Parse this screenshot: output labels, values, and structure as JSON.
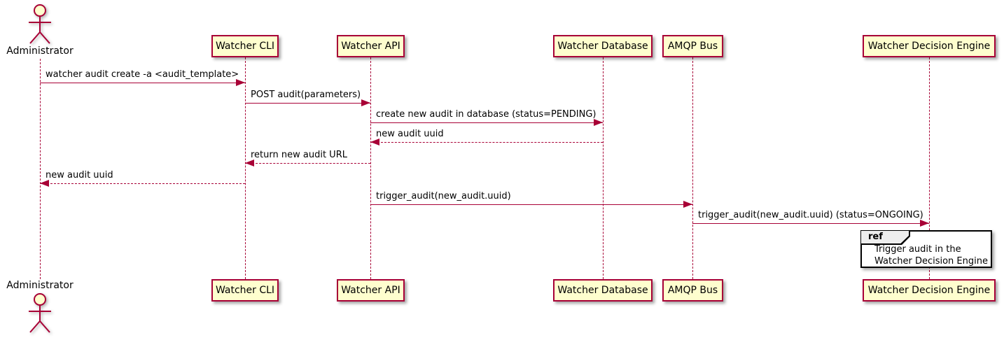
{
  "diagram": {
    "type": "plantuml-sequence",
    "actor": {
      "name": "Administrator"
    },
    "participants": [
      {
        "label": "Watcher CLI"
      },
      {
        "label": "Watcher API"
      },
      {
        "label": "Watcher Database"
      },
      {
        "label": "AMQP Bus"
      },
      {
        "label": "Watcher Decision Engine"
      }
    ],
    "messages": [
      {
        "from": "Administrator",
        "to": "Watcher CLI",
        "text": "watcher audit create -a <audit_template>",
        "line": "solid"
      },
      {
        "from": "Watcher CLI",
        "to": "Watcher API",
        "text": "POST audit(parameters)",
        "line": "solid"
      },
      {
        "from": "Watcher API",
        "to": "Watcher Database",
        "text": "create new audit in database (status=PENDING)",
        "line": "solid"
      },
      {
        "from": "Watcher Database",
        "to": "Watcher API",
        "text": "new audit uuid",
        "line": "dashed"
      },
      {
        "from": "Watcher API",
        "to": "Watcher CLI",
        "text": "return new audit URL",
        "line": "dashed"
      },
      {
        "from": "Watcher CLI",
        "to": "Administrator",
        "text": "new audit uuid",
        "line": "dashed"
      },
      {
        "from": "Watcher API",
        "to": "AMQP Bus",
        "text": "trigger_audit(new_audit.uuid)",
        "line": "solid"
      },
      {
        "from": "AMQP Bus",
        "to": "Watcher Decision Engine",
        "text": "trigger_audit(new_audit.uuid) (status=ONGOING)",
        "line": "solid"
      }
    ],
    "ref_fragment": {
      "keyword": "ref",
      "line1": "Trigger audit in the",
      "line2": "Watcher Decision Engine"
    },
    "colors": {
      "participant_fill": "#FEFECE",
      "participant_border": "#A80036",
      "arrow": "#A80036",
      "lifeline": "#A80036",
      "ref_border": "#000000",
      "ref_header_fill": "#EEEEEE",
      "text": "#000000"
    }
  }
}
